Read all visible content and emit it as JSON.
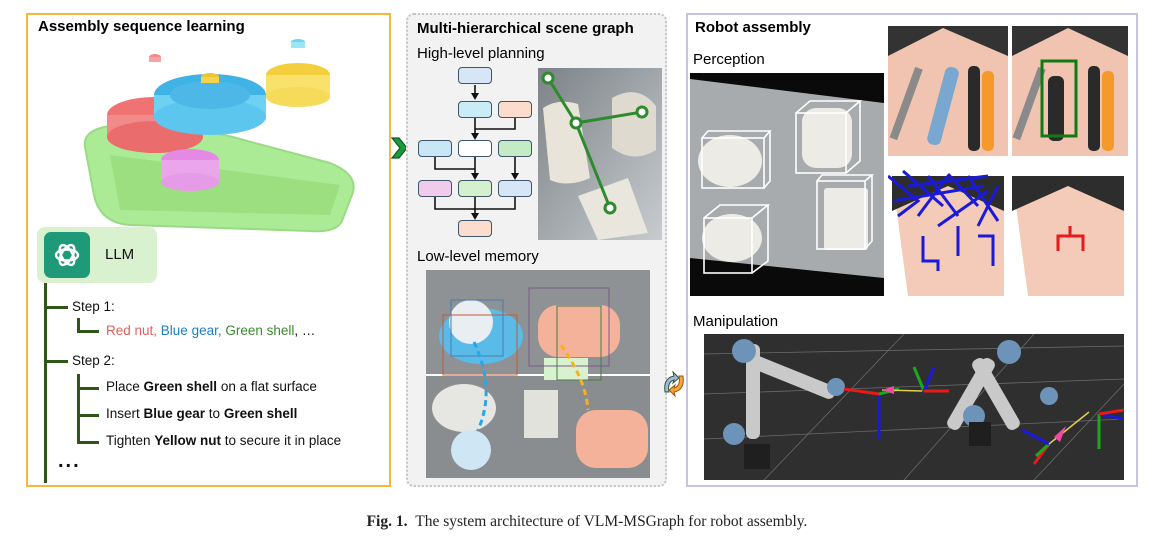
{
  "figure": {
    "caption_label": "Fig. 1.",
    "caption_text": "The system architecture of VLM-MSGraph for robot assembly."
  },
  "left_panel": {
    "title": "Assembly sequence learning",
    "illustration": "gear-assembly-illustration",
    "parts": [
      {
        "name": "Red gear",
        "color": "#f07373"
      },
      {
        "name": "Blue gear",
        "color": "#5fc8ee"
      },
      {
        "name": "Yellow gear",
        "color": "#f6dc5a"
      },
      {
        "name": "Pink gear",
        "color": "#e69be6"
      },
      {
        "name": "Green shell",
        "color": "#a4e98a"
      }
    ],
    "llm": {
      "icon": "openai-logo-icon",
      "label": "LLM"
    },
    "steps": [
      {
        "label": "Step 1:",
        "items": [
          {
            "segments": [
              {
                "text": "Red nut, ",
                "style": "red"
              },
              {
                "text": "Blue gear, ",
                "style": "blue"
              },
              {
                "text": "Green shell",
                "style": "green"
              },
              {
                "text": ", …",
                "style": "plain"
              }
            ]
          }
        ]
      },
      {
        "label": "Step 2:",
        "items": [
          {
            "segments": [
              {
                "text": "Place ",
                "style": "plain"
              },
              {
                "text": "Green shell",
                "style": "bold"
              },
              {
                "text": " on a flat surface",
                "style": "plain"
              }
            ]
          },
          {
            "segments": [
              {
                "text": "Insert ",
                "style": "plain"
              },
              {
                "text": "Blue gear",
                "style": "bold"
              },
              {
                "text": " to ",
                "style": "plain"
              },
              {
                "text": "Green shell",
                "style": "bold"
              }
            ]
          },
          {
            "segments": [
              {
                "text": "Tighten ",
                "style": "plain"
              },
              {
                "text": "Yellow nut",
                "style": "bold"
              },
              {
                "text": " to secure it in place",
                "style": "plain"
              }
            ]
          }
        ]
      }
    ],
    "ellipsis": "..."
  },
  "middle_panel": {
    "title": "Multi-hierarchical scene graph",
    "high_level_label": "High-level planning",
    "low_level_label": "Low-level memory",
    "flow_box_colors": [
      "#d6e6f6",
      "#c9ecf6",
      "#fbdccd",
      "#c7e6f6",
      "#ffffff",
      "#c3ecc6",
      "#f1cbec",
      "#d5f0cf",
      "#d6e6f6",
      "#fbdccd"
    ],
    "graph_color": "#2d8a2d"
  },
  "right_panel": {
    "title": "Robot assembly",
    "perception_label": "Perception",
    "manipulation_label": "Manipulation"
  },
  "connectors": {
    "left_to_mid": "chevron-right-icon",
    "mid_to_right": "cycle-arrows-icon"
  }
}
